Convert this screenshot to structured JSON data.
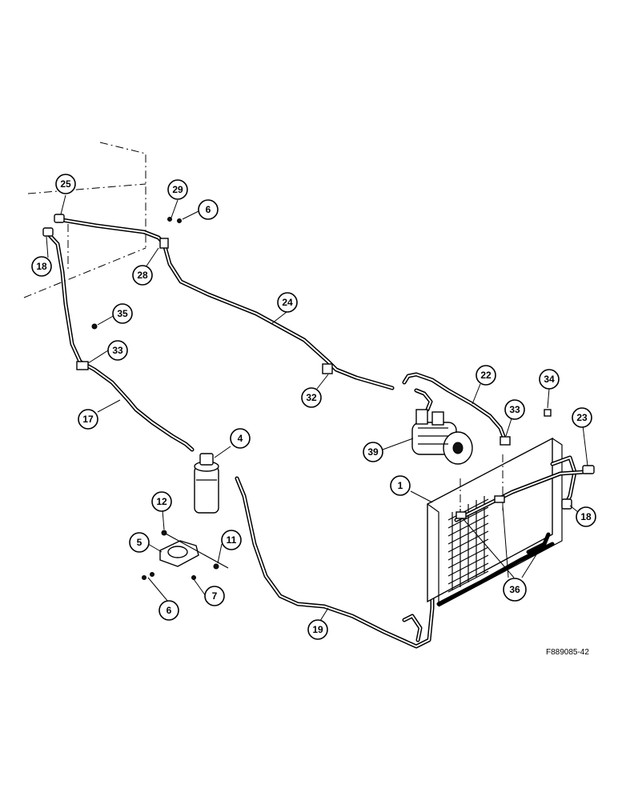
{
  "figure_id": "F889085-42",
  "callouts": [
    {
      "id": "c25",
      "label": "25"
    },
    {
      "id": "c29",
      "label": "29"
    },
    {
      "id": "c6a",
      "label": "6"
    },
    {
      "id": "c18a",
      "label": "18"
    },
    {
      "id": "c28",
      "label": "28"
    },
    {
      "id": "c24",
      "label": "24"
    },
    {
      "id": "c35",
      "label": "35"
    },
    {
      "id": "c33a",
      "label": "33"
    },
    {
      "id": "c17",
      "label": "17"
    },
    {
      "id": "c32",
      "label": "32"
    },
    {
      "id": "c22",
      "label": "22"
    },
    {
      "id": "c34",
      "label": "34"
    },
    {
      "id": "c33b",
      "label": "33"
    },
    {
      "id": "c23",
      "label": "23"
    },
    {
      "id": "c4",
      "label": "4"
    },
    {
      "id": "c39",
      "label": "39"
    },
    {
      "id": "c1",
      "label": "1"
    },
    {
      "id": "c18b",
      "label": "18"
    },
    {
      "id": "c12",
      "label": "12"
    },
    {
      "id": "c5",
      "label": "5"
    },
    {
      "id": "c11",
      "label": "11"
    },
    {
      "id": "c6b",
      "label": "6"
    },
    {
      "id": "c7",
      "label": "7"
    },
    {
      "id": "c36",
      "label": "36"
    },
    {
      "id": "c19",
      "label": "19"
    }
  ]
}
